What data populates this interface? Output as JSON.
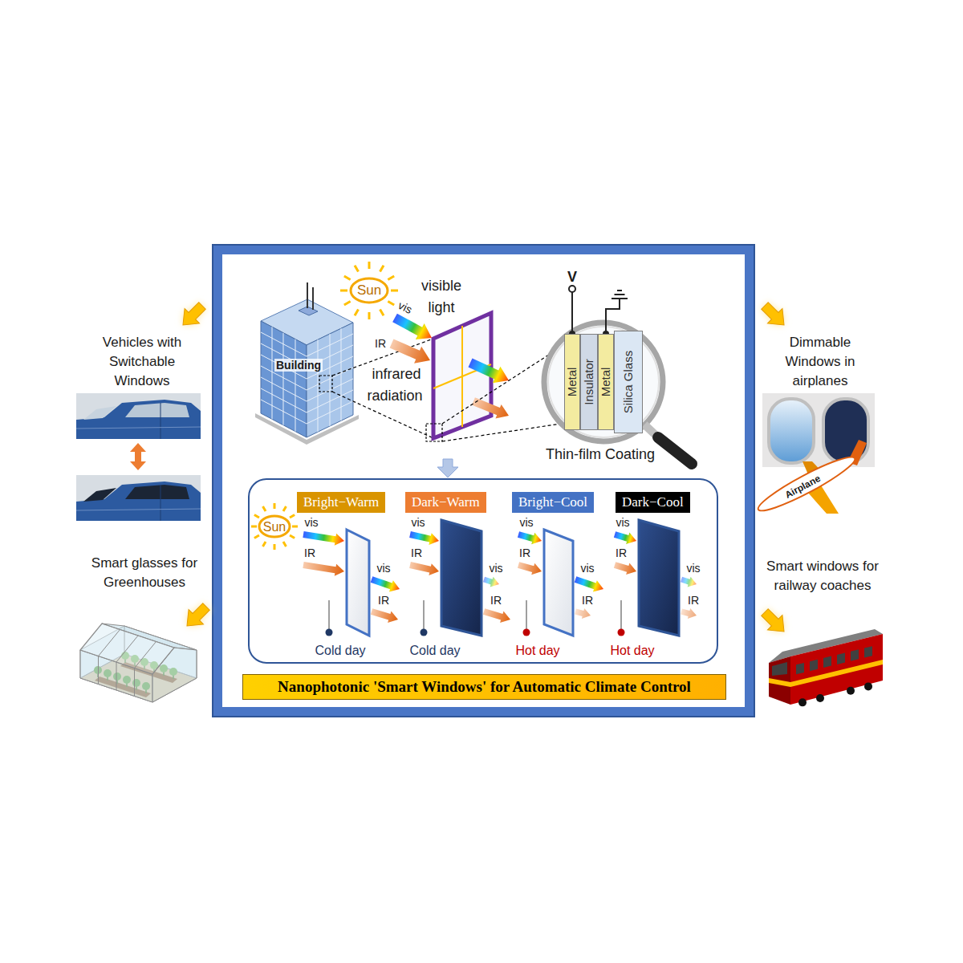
{
  "diagram": {
    "title": "Nanophotonic 'Smart Windows' for Automatic Climate Control",
    "nodes": [
      {
        "text": [
          "Metal"
        ]
      },
      {
        "text": [
          "Insulator"
        ]
      },
      {
        "text": [
          "Metal"
        ]
      },
      {
        "text": [
          "Silica Glass"
        ]
      },
      {
        "text": [
          "Bright−Warm"
        ]
      },
      {
        "text": [
          "Dark−Warm"
        ]
      },
      {
        "text": [
          "Bright−Cool"
        ]
      },
      {
        "text": [
          "Dark−Cool"
        ]
      }
    ],
    "labels": [
      "Vehicles with Switchable Windows",
      "Smart glasses for Greenhouses",
      "Dimmable Windows in airplanes",
      "Smart windows for railway coaches",
      "Sun",
      "visible light",
      "vis",
      "IR",
      "Building",
      "infrared radiation",
      "V",
      "Thin-film Coating",
      "Airplane",
      "Sun",
      "vis",
      "IR",
      "vis",
      "IR",
      "Cold day",
      "vis",
      "IR",
      "vis",
      "IR",
      "Cold day",
      "vis",
      "IR",
      "vis",
      "IR",
      "Hot day",
      "vis",
      "IR",
      "vis",
      "IR",
      "Hot day"
    ]
  }
}
